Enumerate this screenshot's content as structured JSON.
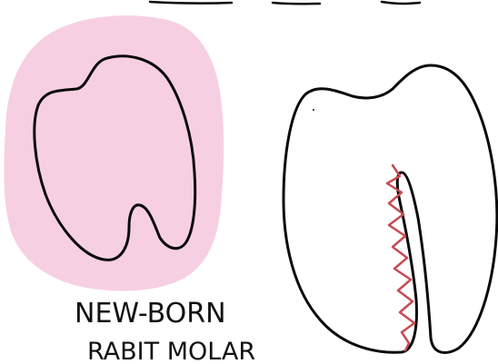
{
  "labels": {
    "line1": "NEW-BORN",
    "line2": "RABIT MOLAR"
  },
  "colors": {
    "background": "#ffffff",
    "highlight": "#f7cfe3",
    "outline": "#0a0a0a",
    "crack": "#c84b52"
  },
  "figures": {
    "left": "newborn-molar",
    "right": "molar-with-crack"
  }
}
